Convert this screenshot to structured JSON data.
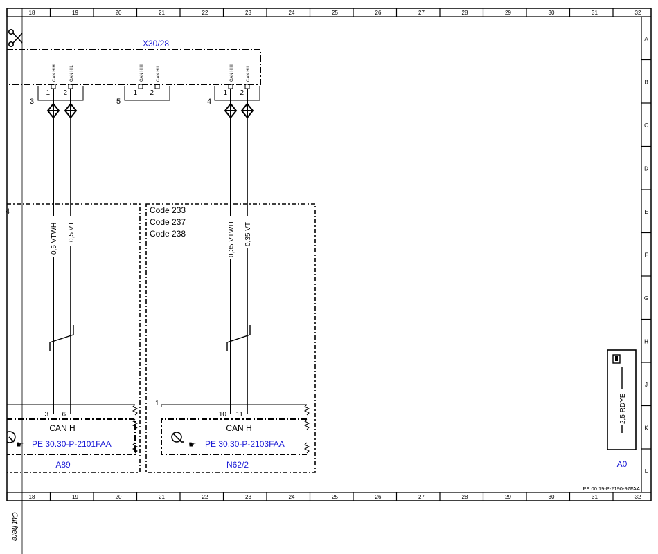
{
  "column_numbers": [
    "18",
    "19",
    "20",
    "21",
    "22",
    "23",
    "24",
    "25",
    "26",
    "27",
    "28",
    "29",
    "30",
    "31",
    "32"
  ],
  "row_letters": [
    "A",
    "B",
    "C",
    "D",
    "E",
    "F",
    "G",
    "H",
    "J",
    "K",
    "L"
  ],
  "connector": {
    "name": "X30/28",
    "pin_labels": [
      "CAN H H",
      "CAN H L",
      "CAN H H",
      "CAN H L",
      "CAN H H",
      "CAN H L"
    ],
    "pin_numbers": [
      "1",
      "2",
      "1",
      "2",
      "1",
      "2"
    ],
    "group_numbers": [
      "3",
      "5",
      "4"
    ]
  },
  "wires": {
    "left_h": "0,5 VTWH",
    "left_l": "0,5 VT",
    "right_h": "0,35 VTWH",
    "right_l": "0,35 VT"
  },
  "codes": [
    "Code 233",
    "Code 237",
    "Code 238"
  ],
  "edge_marker": "4",
  "module_left": {
    "name": "A89",
    "pin_h": "3",
    "pin_l": "6",
    "bus": "CAN H",
    "ref": "PE 30.30-P-2101FAA"
  },
  "module_right": {
    "name": "N62/2",
    "pin_h": "10",
    "pin_l": "11",
    "bus": "CAN H",
    "ref": "PE 30.30-P-2103FAA",
    "marker": "1"
  },
  "ground": {
    "name": "A0",
    "wire": "2,5 RDYE"
  },
  "doc_ref": "PE 00.19-P-2190-97FAA",
  "cut_label": "Cut here"
}
